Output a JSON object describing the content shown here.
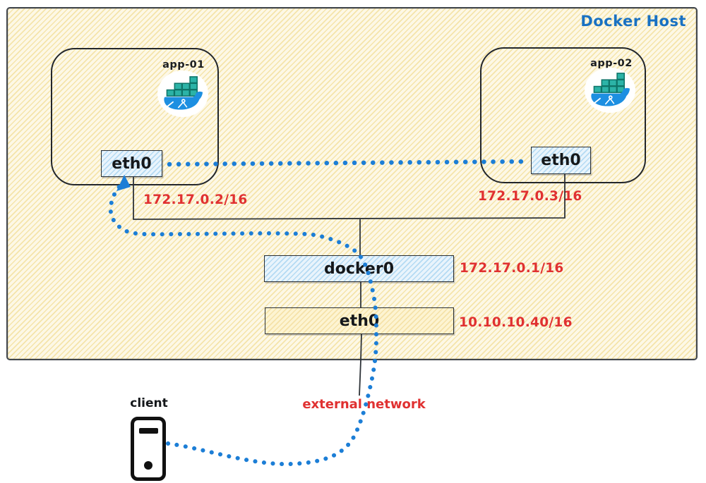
{
  "diagram": {
    "title": "Docker Host",
    "containers": [
      {
        "name": "app-01",
        "interface": "eth0",
        "ip": "172.17.0.2/16"
      },
      {
        "name": "app-02",
        "interface": "eth0",
        "ip": "172.17.0.3/16"
      }
    ],
    "bridge": {
      "label": "docker0",
      "ip": "172.17.0.1/16"
    },
    "host_interface": {
      "label": "eth0",
      "ip": "10.10.10.40/16"
    },
    "external_network_label": "external network",
    "client_label": "client",
    "colors": {
      "title_blue": "#1971c2",
      "ip_red": "#e03131",
      "dotted_line_blue": "#1c7ed6",
      "whale_blue": "#1d8fe1",
      "container_teal": "#2cb3a7"
    }
  }
}
